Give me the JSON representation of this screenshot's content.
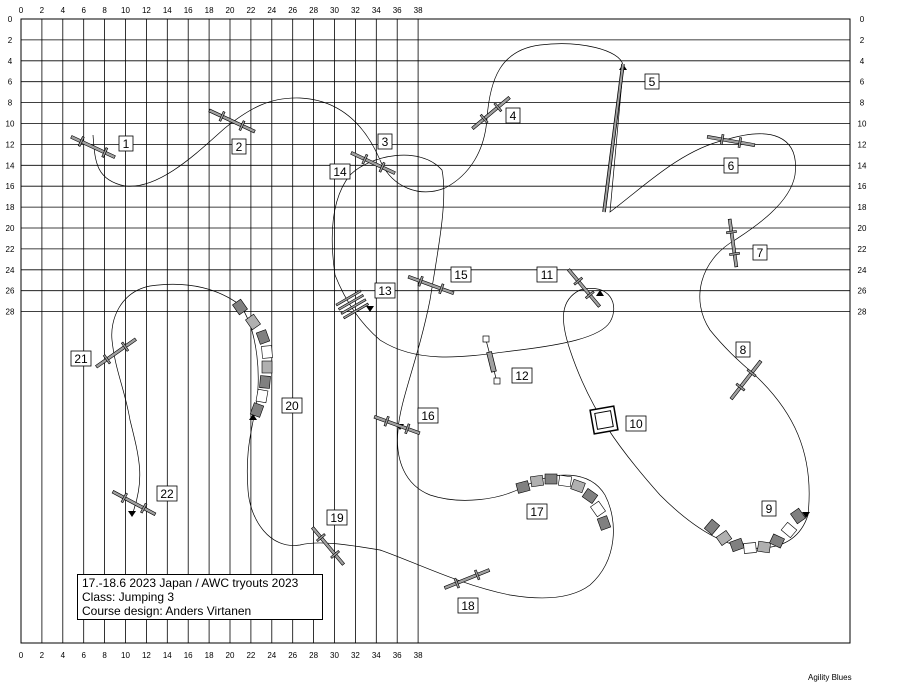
{
  "grid": {
    "x_ticks": [
      "0",
      "2",
      "4",
      "6",
      "8",
      "10",
      "12",
      "14",
      "16",
      "18",
      "20",
      "22",
      "24",
      "26",
      "28",
      "30",
      "32",
      "34",
      "36",
      "38"
    ],
    "y_ticks": [
      "0",
      "2",
      "4",
      "6",
      "8",
      "10",
      "12",
      "14",
      "16",
      "18",
      "20",
      "22",
      "24",
      "26",
      "28"
    ]
  },
  "obstacles": [
    {
      "number": "1",
      "type": "jump"
    },
    {
      "number": "2",
      "type": "jump"
    },
    {
      "number": "3",
      "type": "jump"
    },
    {
      "number": "4",
      "type": "jump"
    },
    {
      "number": "5",
      "type": "dog walk"
    },
    {
      "number": "6",
      "type": "jump"
    },
    {
      "number": "7",
      "type": "jump"
    },
    {
      "number": "8",
      "type": "jump"
    },
    {
      "number": "9",
      "type": "tunnel"
    },
    {
      "number": "10",
      "type": "tire"
    },
    {
      "number": "11",
      "type": "jump"
    },
    {
      "number": "12",
      "type": "weave poles"
    },
    {
      "number": "13",
      "type": "jump"
    },
    {
      "number": "14",
      "type": "jump"
    },
    {
      "number": "15",
      "type": "jump"
    },
    {
      "number": "16",
      "type": "jump"
    },
    {
      "number": "17",
      "type": "tunnel"
    },
    {
      "number": "18",
      "type": "jump"
    },
    {
      "number": "19",
      "type": "jump"
    },
    {
      "number": "20",
      "type": "tunnel"
    },
    {
      "number": "21",
      "type": "jump"
    },
    {
      "number": "22",
      "type": "jump"
    }
  ],
  "info": {
    "line1": "17.-18.6 2023 Japan / AWC tryouts 2023",
    "line2": "Class: Jumping 3",
    "line3": "Course design: Anders Virtanen"
  },
  "credit": "Agility Blues",
  "colors": {
    "grid": "#000000",
    "tunnel_dark": "#808080",
    "tunnel_mid": "#b0b0b0",
    "tunnel_light": "#ffffff",
    "bar": "#a0a0a0"
  }
}
